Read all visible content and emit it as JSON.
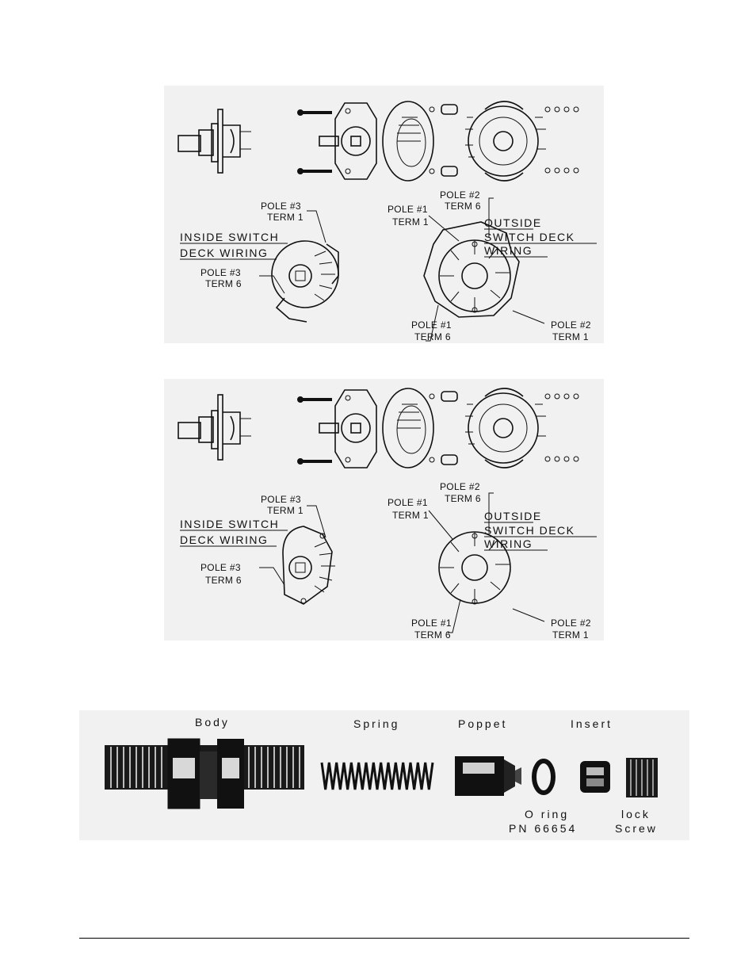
{
  "switch_diagrams": [
    {
      "inside": {
        "title_line1": "INSIDE SWITCH",
        "title_line2": "DECK WIRING",
        "pole3_t1_a": "POLE #3",
        "pole3_t1_b": "TERM 1",
        "pole3_t6_a": "POLE #3",
        "pole3_t6_b": "TERM 6"
      },
      "outside": {
        "title_line1": "OUTSIDE",
        "title_line2": "SWITCH DECK",
        "title_line3": "WIRING",
        "pole2_t6_a": "POLE #2",
        "pole2_t6_b": "TERM 6",
        "pole1_t1_a": "POLE #1",
        "pole1_t1_b": "TERM 1",
        "pole1_t6_a": "POLE #1",
        "pole1_t6_b": "TERM 6",
        "pole2_t1_a": "POLE #2",
        "pole2_t1_b": "TERM 1"
      }
    },
    {
      "inside": {
        "title_line1": "INSIDE SWITCH",
        "title_line2": "DECK WIRING",
        "pole3_t1_a": "POLE #3",
        "pole3_t1_b": "TERM 1",
        "pole3_t6_a": "POLE #3",
        "pole3_t6_b": "TERM 6"
      },
      "outside": {
        "title_line1": "OUTSIDE",
        "title_line2": "SWITCH DECK",
        "title_line3": "WIRING",
        "pole2_t6_a": "POLE #2",
        "pole2_t6_b": "TERM 6",
        "pole1_t1_a": "POLE #1",
        "pole1_t1_b": "TERM 1",
        "pole1_t6_a": "POLE #1",
        "pole1_t6_b": "TERM 6",
        "pole2_t1_a": "POLE #2",
        "pole2_t1_b": "TERM 1"
      }
    }
  ],
  "valve_parts": {
    "body": "Body",
    "spring": "Spring",
    "poppet": "Poppet",
    "insert": "Insert",
    "oring_a": "O ring",
    "oring_b": "PN 66654",
    "lock_a": "lock",
    "lock_b": "Screw"
  }
}
